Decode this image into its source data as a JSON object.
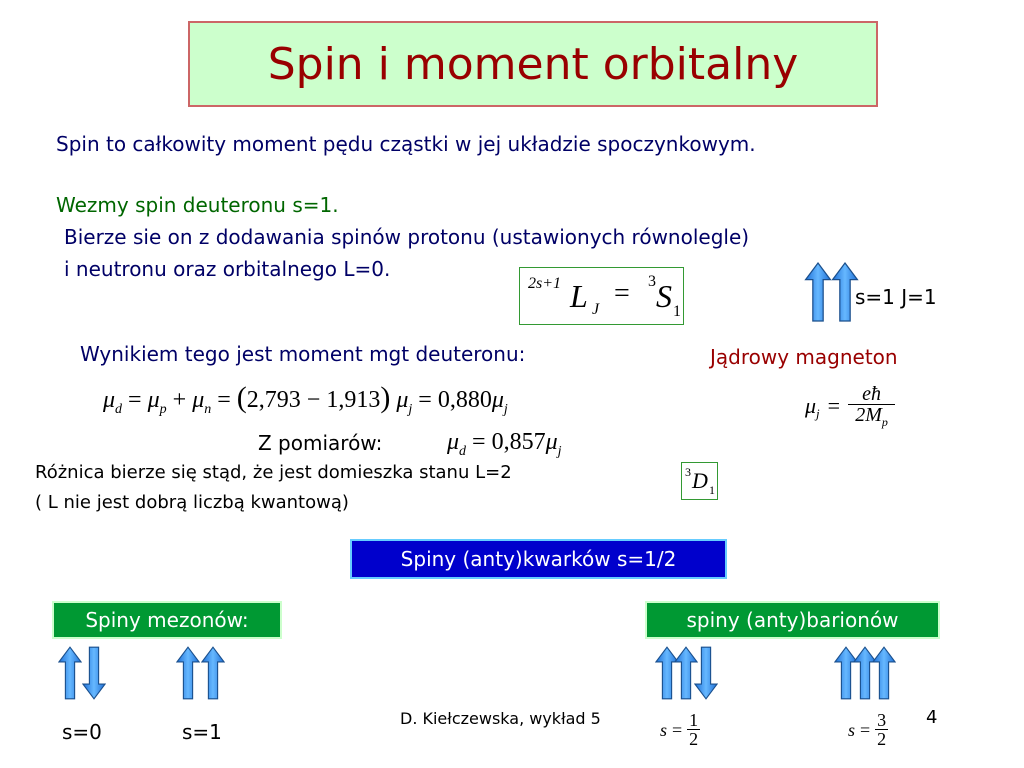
{
  "slide": {
    "title": "Spin i moment orbitalny",
    "definition": "Spin to całkowity moment pędu cząstki w jej układzie spoczynkowym.",
    "deuteron_intro": "Wezmy spin deuteronu s=1.",
    "composition_line1": "Bierze sie on z dodawania spinów  protonu (ustawionych równolegle)",
    "composition_line2": "i neutronu oraz orbitalnego L=0.",
    "spin_j_label": "s=1  J=1",
    "result_label": "Wynikiem tego jest moment mgt deuteronu:",
    "nuclear_magneton_label": "Jądrowy magneton",
    "measurement_label": "Z pomiarów:",
    "difference_line1": "Różnica bierze się stąd, że jest domieszka stanu L=2",
    "difference_line2": "( L nie jest dobrą liczbą kwantową)",
    "quark_box": "Spiny (anty)kwarków s=1/2",
    "meson_box": "Spiny mezonów:",
    "baryon_box": "spiny (anty)barionów",
    "meson_s0": "s=0",
    "meson_s1": "s=1",
    "footer": "D. Kiełczewska, wykład 5",
    "page_number": "4"
  },
  "formulas": {
    "term_symbol": {
      "sup_left": "2s+1",
      "main": "L",
      "sub": "J",
      "eq": "=",
      "rhs_sup": "3",
      "rhs_main": "S",
      "rhs_sub": "1"
    },
    "moment_sum": {
      "mu": "μ",
      "sub_d": "d",
      "sub_p": "p",
      "sub_n": "n",
      "sub_j": "j",
      "eq": "=",
      "plus": "+",
      "paren_content": "2,793 − 1,913",
      "value": "0,880"
    },
    "measured": {
      "mu": "μ",
      "sub_d": "d",
      "sub_j": "j",
      "eq": "=",
      "value": "0,857"
    },
    "magneton": {
      "mu": "μ",
      "sub_j": "j",
      "eq": "=",
      "numerator": "eħ",
      "denominator": "2M",
      "den_sub": "p"
    },
    "d_state": {
      "sup": "3",
      "main": "D",
      "sub": "1"
    },
    "baryon_half": {
      "lhs": "s",
      "eq": "=",
      "num": "1",
      "den": "2"
    },
    "baryon_three_half": {
      "lhs": "s",
      "eq": "=",
      "num": "3",
      "den": "2"
    }
  },
  "colors": {
    "title_bg": "#ccffcc",
    "title_text": "#990000",
    "arrow_fill": "#3399ff",
    "quark_box_bg": "#0000cc",
    "label_box_bg": "#009933"
  },
  "icons": {
    "arrow_up": "arrow-up-icon",
    "arrow_down": "arrow-down-icon"
  }
}
